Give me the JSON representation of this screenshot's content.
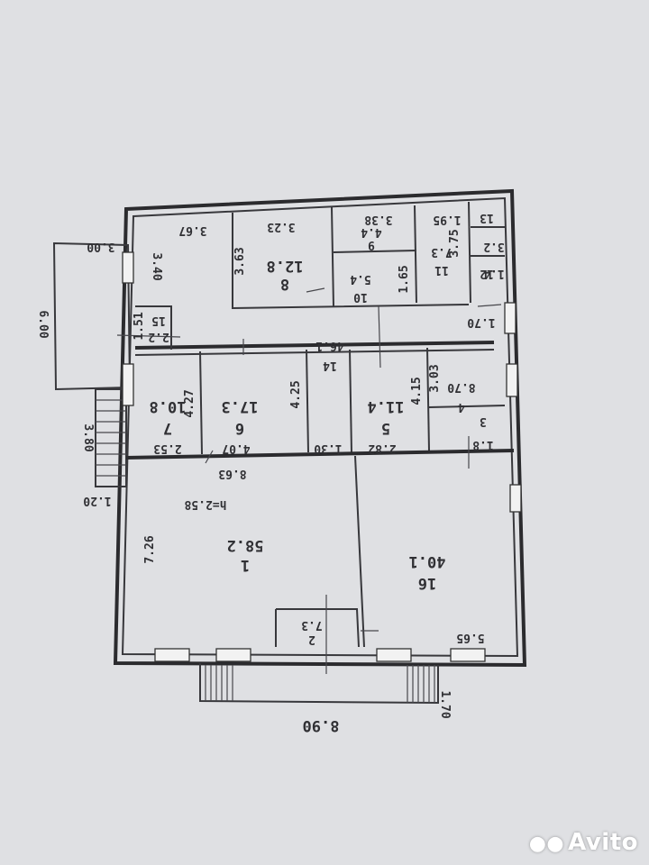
{
  "plan": {
    "outer_dims": {
      "top_right": "3.00",
      "porch_length": "6.00",
      "stair_length": "3.80",
      "stair_width": "1.20",
      "bottom_width": "8.90",
      "bottom_right": "1.70"
    },
    "rooms": [
      {
        "id": "1",
        "number": "1",
        "area": "58.2",
        "dims": [
          "7.26",
          "8.63"
        ],
        "note": "h=2.58"
      },
      {
        "id": "16",
        "number": "16",
        "area": "40.1",
        "dims": [
          "5.65"
        ]
      },
      {
        "id": "2",
        "number": "2",
        "area": "7.3",
        "dims": []
      },
      {
        "id": "7",
        "number": "7",
        "area": "10.8",
        "dims": [
          "4.27",
          "2.53"
        ]
      },
      {
        "id": "6",
        "number": "6",
        "area": "17.3",
        "dims": [
          "4.07",
          "4.25"
        ]
      },
      {
        "id": "14",
        "number": "14",
        "area": "46.1",
        "dims": [
          "1.30"
        ]
      },
      {
        "id": "5",
        "number": "5",
        "area": "11.4",
        "dims": [
          "2.82",
          "4.15"
        ]
      },
      {
        "id": "4",
        "number": "4",
        "area": "8.70",
        "dims": [
          "3.03"
        ]
      },
      {
        "id": "3",
        "number": "3",
        "area": "1.8",
        "dims": []
      },
      {
        "id": "8",
        "number": "8",
        "area": "12.8",
        "dims": [
          "3.23",
          "3.63"
        ]
      },
      {
        "id": "9",
        "number": "9",
        "area": "4.4",
        "dims": [
          "3.38"
        ]
      },
      {
        "id": "10",
        "number": "10",
        "area": "5.4",
        "dims": [
          "1.65"
        ]
      },
      {
        "id": "11",
        "number": "11",
        "area": "7.3",
        "dims": [
          "1.95",
          "3.75"
        ]
      },
      {
        "id": "12",
        "number": "12",
        "area": "1.4",
        "dims": []
      },
      {
        "id": "13",
        "number": "13",
        "area": "3.2",
        "dims": []
      },
      {
        "id": "15",
        "number": "15",
        "area": "2.2",
        "dims": [
          "1.51"
        ]
      }
    ],
    "extra_dims": {
      "hall_top": "3.67",
      "hall_left": "3.40",
      "right_mid": "1.70"
    }
  },
  "watermark": {
    "text": "Avito",
    "icon": "avito-dots-icon"
  }
}
